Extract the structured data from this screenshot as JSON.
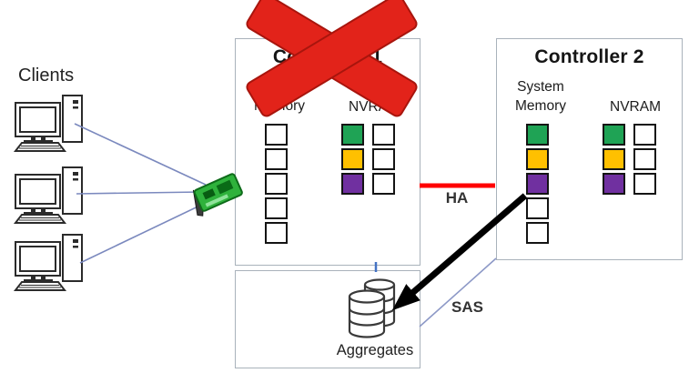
{
  "labels": {
    "clients": "Clients",
    "ha": "HA",
    "sas": "SAS",
    "aggregates": "Aggregates"
  },
  "controller1": {
    "title": "Controller 1",
    "system_memory_label": "System Memory",
    "nvram_label": "NVRAM",
    "system_memory_cells": [
      "white",
      "white",
      "white",
      "white",
      "white"
    ],
    "nvram_col1_cells": [
      "green",
      "gold",
      "purple"
    ],
    "nvram_col2_cells": [
      "white",
      "white",
      "white"
    ],
    "status_marker": "red-x-failed"
  },
  "controller2": {
    "title": "Controller 2",
    "system_memory_label": "System Memory",
    "nvram_label": "NVRAM",
    "system_memory_cells": [
      "green",
      "gold",
      "purple",
      "white",
      "white"
    ],
    "nvram_col1_cells": [
      "green",
      "gold",
      "purple"
    ],
    "nvram_col2_cells": [
      "white",
      "white",
      "white"
    ]
  },
  "icons": {
    "clients": "desktop-computer-icon",
    "network_adapter": "network-card-icon",
    "aggregates": "database-cylinders-icon",
    "failure": "red-x-icon",
    "failover": "black-arrow"
  },
  "colors": {
    "green": "#1FA355",
    "gold": "#FFC000",
    "purple": "#7030A0",
    "ha_link": "#FF0000",
    "client_line": "#7B89BE",
    "sas_line": "#8D99C7",
    "connector": "#4472C4",
    "x_red": "#E2231A",
    "box_border": "#A9B2BB"
  }
}
